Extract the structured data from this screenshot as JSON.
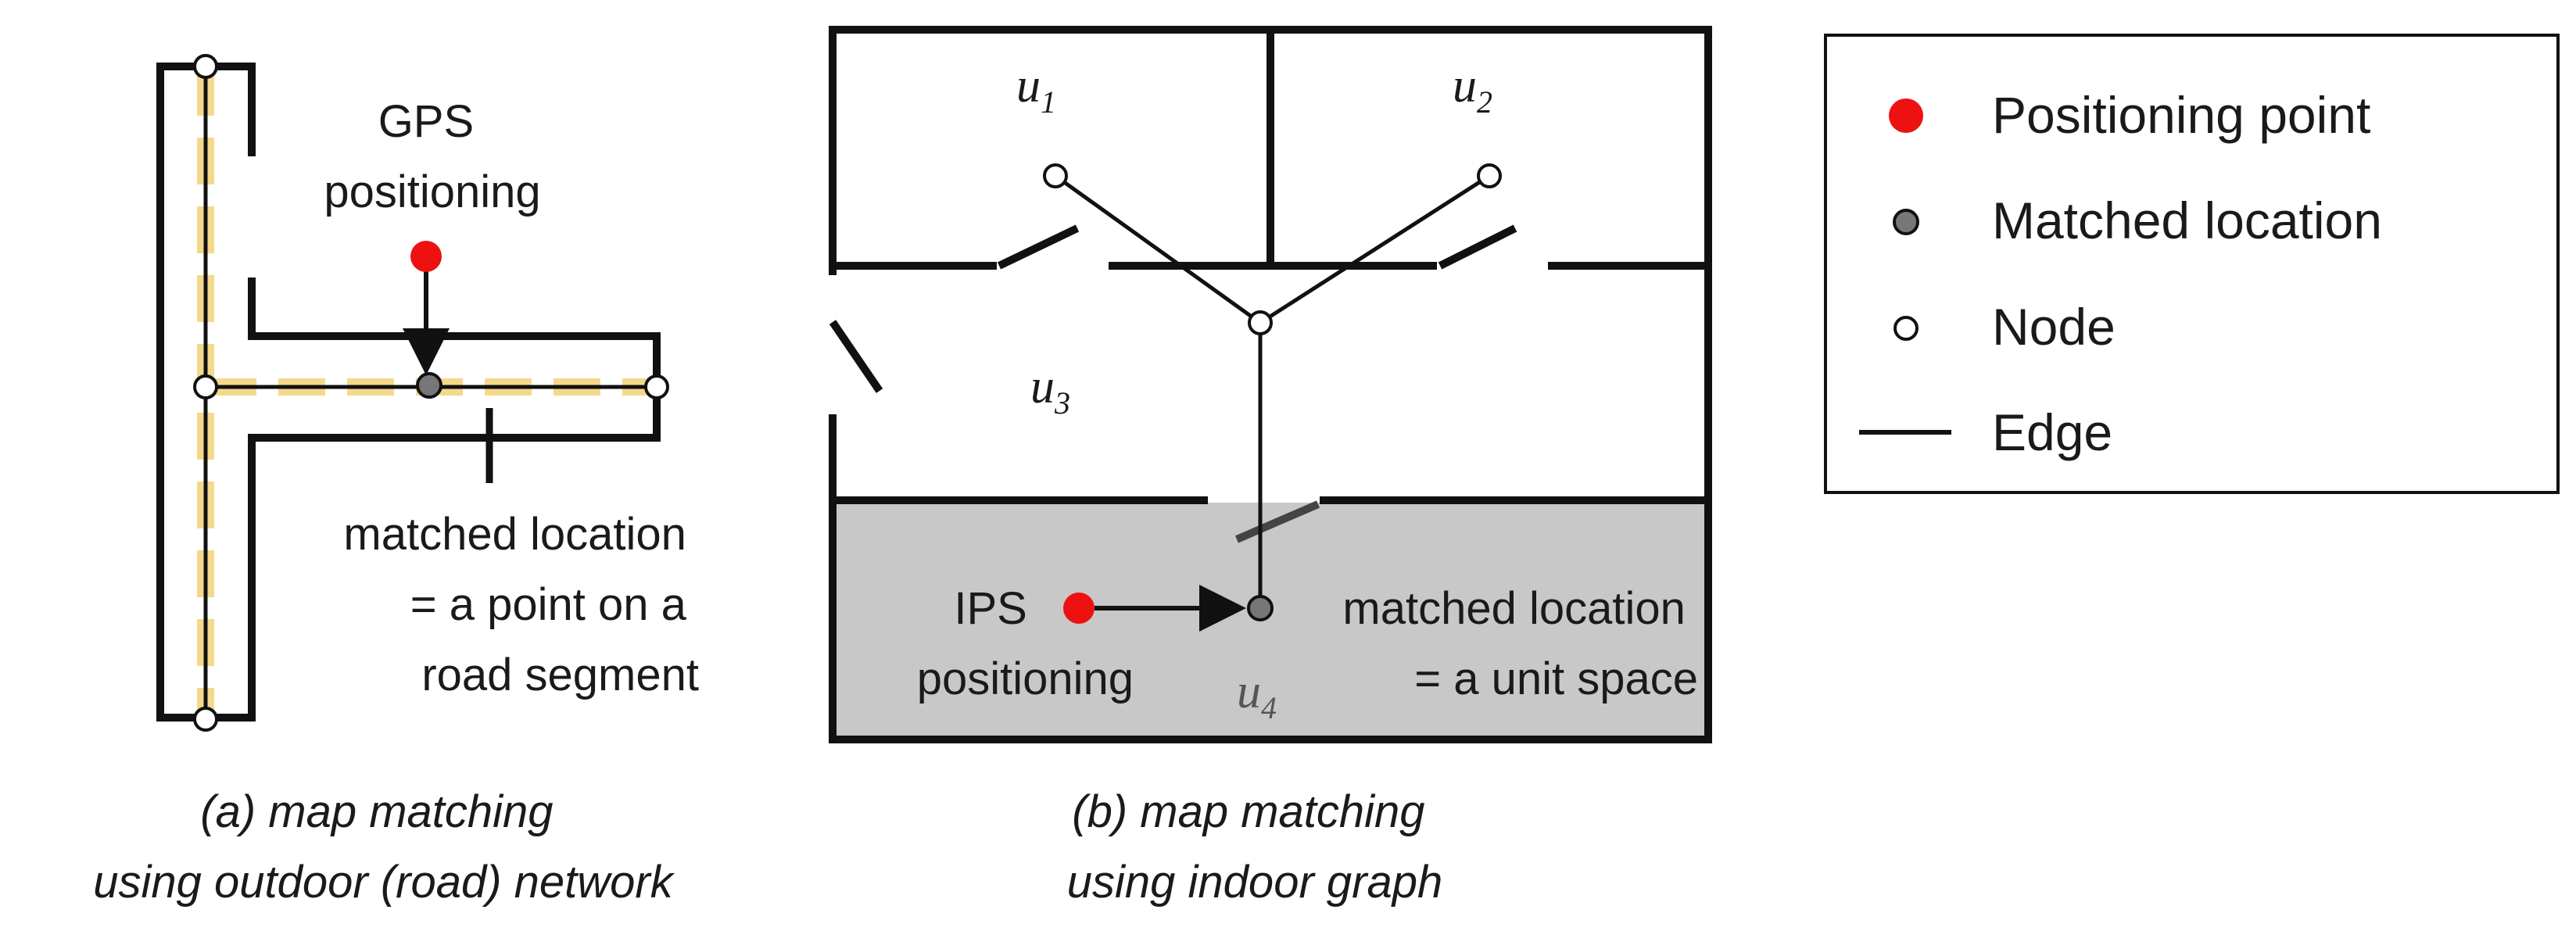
{
  "panel_a": {
    "gps_label_line1": "GPS",
    "gps_label_line2": "positioning",
    "matched_line1": "matched location",
    "matched_line2": "= a point on a",
    "matched_line3": "road segment",
    "caption_line1": "(a) map matching",
    "caption_line2": "using outdoor (road) network"
  },
  "panel_b": {
    "u1_base": "u",
    "u1_sub": "1",
    "u2_base": "u",
    "u2_sub": "2",
    "u3_base": "u",
    "u3_sub": "3",
    "u4_base": "u",
    "u4_sub": "4",
    "ips_line1": "IPS",
    "ips_line2": "positioning",
    "matched_line1": "matched location",
    "matched_line2": "= a unit space",
    "caption_line1": "(b) map matching",
    "caption_line2": "using indoor graph"
  },
  "legend": {
    "items": [
      {
        "label": "Positioning point"
      },
      {
        "label": "Matched location"
      },
      {
        "label": "Node"
      },
      {
        "label": "Edge"
      }
    ]
  },
  "colors": {
    "positioning_point": "#ee1111",
    "matched_location": "#777777",
    "road_centerline": "#f5d98a",
    "unit_u4_fill": "#c8c8c8",
    "stroke": "#111111"
  }
}
